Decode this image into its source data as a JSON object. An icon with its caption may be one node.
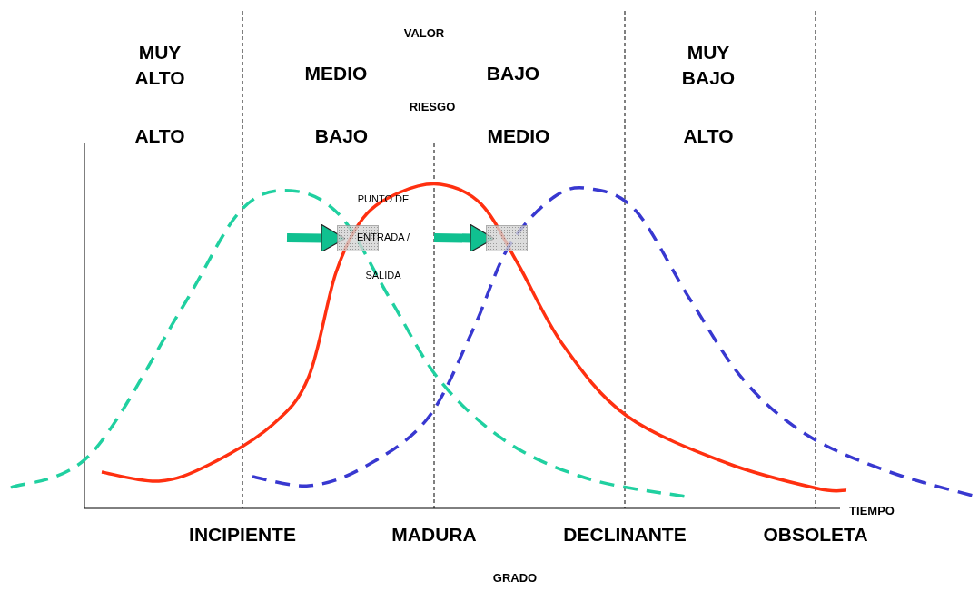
{
  "diagram": {
    "nodes": [
      {
        "text": [],
        "shape": "box"
      },
      {
        "text": [],
        "shape": "box"
      }
    ],
    "edges": [
      {
        "from": null,
        "to": 0,
        "arrow": "to"
      },
      {
        "from": null,
        "to": 1,
        "arrow": "to"
      }
    ],
    "labels": [
      "VALOR",
      "MUY ALTO",
      "MEDIO",
      "BAJO",
      "MUY BAJO",
      "RIESGO",
      "ALTO",
      "BAJO",
      "MEDIO",
      "ALTO",
      "PUNTO DE ENTRADA / SALIDA",
      "TIEMPO",
      "INCIPIENTE",
      "MADURA",
      "DECLINANTE",
      "OBSOLETA",
      "GRADO"
    ]
  }
}
